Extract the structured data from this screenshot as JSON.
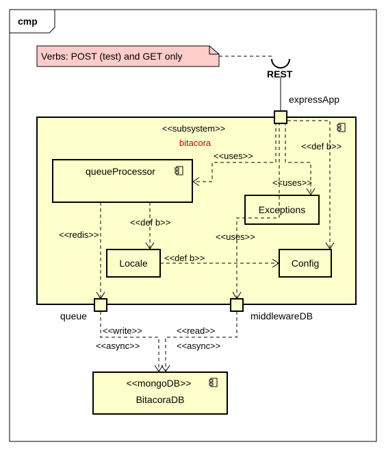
{
  "frame": {
    "label": "cmp"
  },
  "note": {
    "text": "Verbs: POST (test) and GET only"
  },
  "rest": {
    "label": "REST"
  },
  "subsystem": {
    "stereotype": "<<subsystem>>",
    "name": "bitacora"
  },
  "ports": {
    "express": "expressApp",
    "queue": "queue",
    "middleware": "middlewareDB"
  },
  "components": {
    "queueProcessor": "queueProcessor",
    "exceptions": "Exceptions",
    "locale": "Locale",
    "config": "Config",
    "bitacoraDB": {
      "stereotype": "<<mongoDB>>",
      "name": "BitacoraDB"
    }
  },
  "edges": {
    "uses_qp": "<<uses>>",
    "uses_ex": "<<uses>>",
    "uses_mid": "<<uses>>",
    "defb_cfg": "<<def b>>",
    "defb_locale": "<<def b>>",
    "defb_lc": "<<def b>>",
    "redis": "<<redis>>",
    "write": "<<write>>",
    "async1": "<<async>>",
    "read": "<<read>>",
    "async2": "<<async>>"
  },
  "colors": {
    "component_fill": "#ffffcc",
    "note_fill": "#ffcccc",
    "subsystem_name": "#cc0000"
  },
  "icons": [
    "component-icon",
    "ball-socket-interface"
  ]
}
